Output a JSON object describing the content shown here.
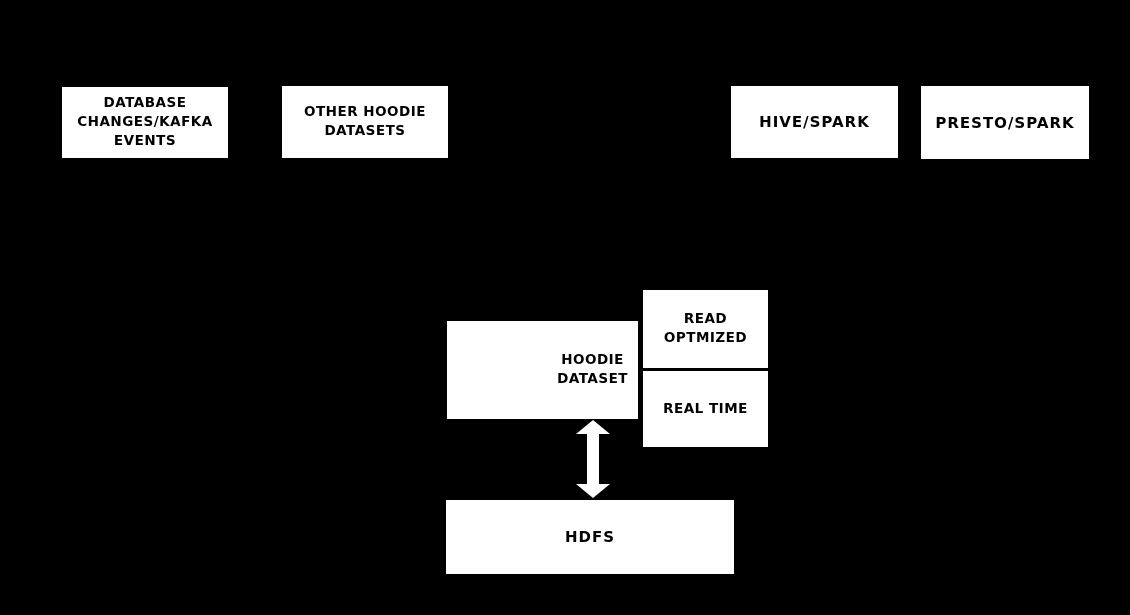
{
  "diagram": {
    "background_color": "#000000",
    "node_fill_color": "#ffffff",
    "node_text_color": "#000000",
    "arrow_color": "#ffffff",
    "nodes": {
      "db_changes": {
        "label": "DATABASE\nCHANGES/KAFKA\nEVENTS"
      },
      "other_datasets": {
        "label": "OTHER HOODIE\nDATASETS"
      },
      "hive_spark": {
        "label": "HIVE/SPARK"
      },
      "presto_spark": {
        "label": "PRESTO/SPARK"
      },
      "hoodie_dataset": {
        "label": "HOODIE\nDATASET"
      },
      "read_optmized": {
        "label": "READ\nOPTMIZED"
      },
      "real_time": {
        "label": "REAL TIME"
      },
      "hdfs": {
        "label": "HDFS"
      }
    },
    "connections": [
      {
        "from": "hoodie_dataset",
        "to": "hdfs",
        "style": "bidirectional-vertical-arrow",
        "color": "#ffffff"
      }
    ]
  }
}
